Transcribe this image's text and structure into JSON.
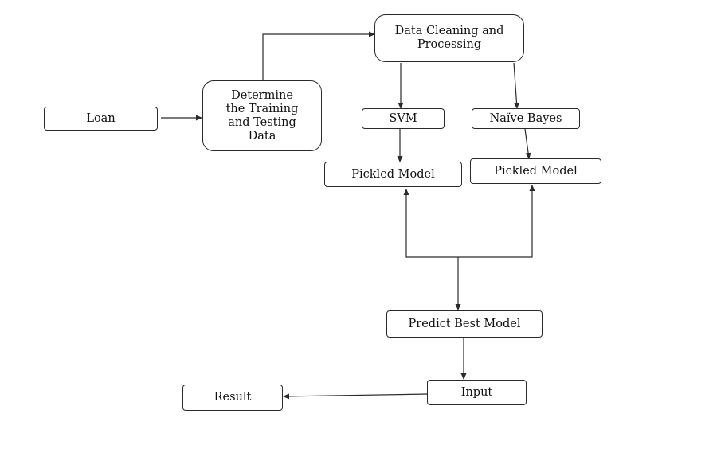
{
  "nodes": {
    "loan": "Loan",
    "determine": "Determine\nthe Training\nand Testing\nData",
    "cleaning": "Data Cleaning and\nProcessing",
    "svm": "SVM",
    "naive_bayes": "Naïve Bayes",
    "pickled_svm": "Pickled Model",
    "pickled_nb": "Pickled Model",
    "predict": "Predict Best Model",
    "input": "Input",
    "result": "Result"
  },
  "colors": {
    "stroke": "#2a2a2a",
    "text": "#111111",
    "background": "#ffffff"
  }
}
